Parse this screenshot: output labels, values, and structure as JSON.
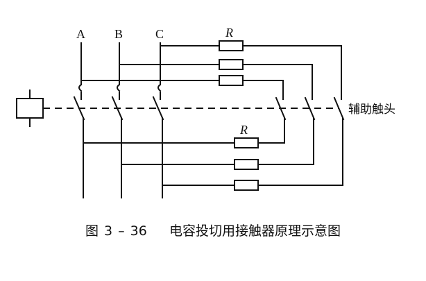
{
  "phases": [
    "A",
    "B",
    "C"
  ],
  "resistor_label": "R",
  "aux_contact_label": "辅助触头",
  "caption": {
    "figure_no": "图 3 – 36",
    "title": "电容投切用接触器原理示意图"
  }
}
